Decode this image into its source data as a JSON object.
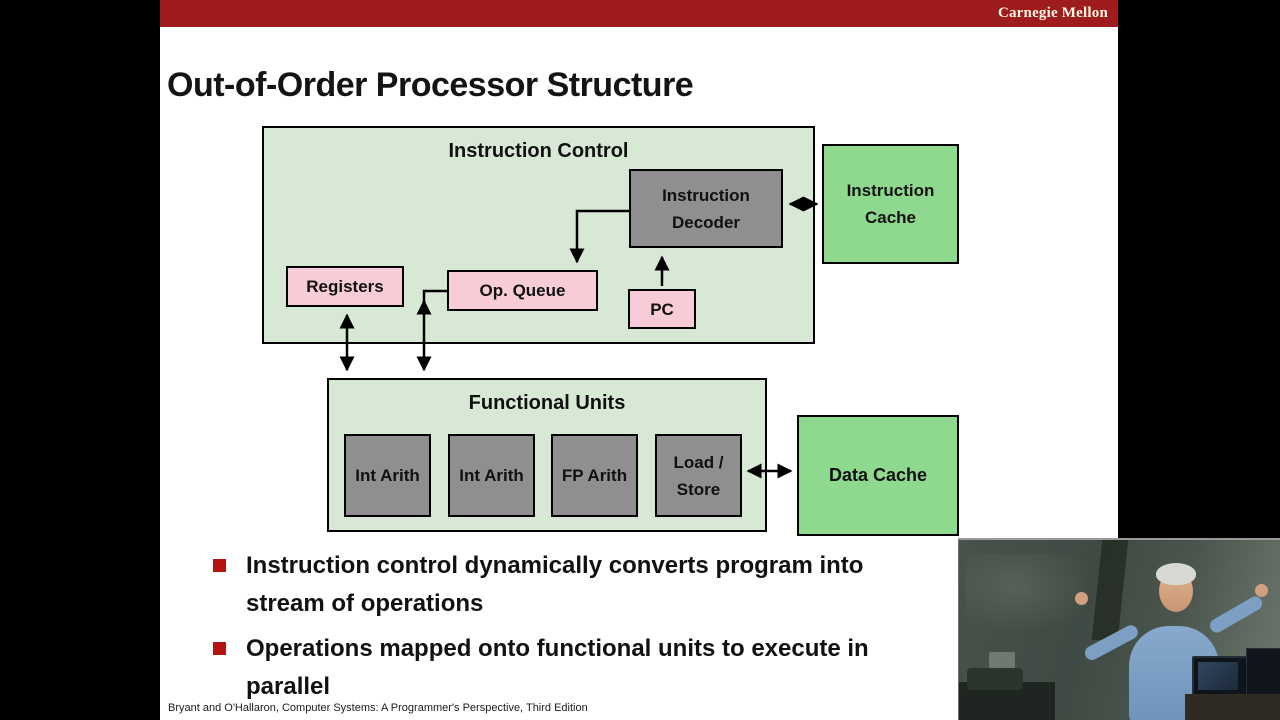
{
  "header": {
    "brand": "Carnegie Mellon"
  },
  "slide": {
    "title": "Out-of-Order Processor Structure",
    "footer": "Bryant and O'Hallaron, Computer Systems: A Programmer's Perspective, Third Edition"
  },
  "diagram": {
    "instruction_control": {
      "label": "Instruction Control"
    },
    "instruction_decoder": {
      "label": "Instruction Decoder"
    },
    "registers": {
      "label": "Registers"
    },
    "op_queue": {
      "label": "Op. Queue"
    },
    "pc": {
      "label": "PC"
    },
    "instruction_cache": {
      "label": "Instruction Cache"
    },
    "functional_units": {
      "label": "Functional Units"
    },
    "units": [
      {
        "label": "Int Arith"
      },
      {
        "label": "Int Arith"
      },
      {
        "label": "FP Arith"
      },
      {
        "label": "Load / Store"
      }
    ],
    "data_cache": {
      "label": "Data Cache"
    }
  },
  "bullets": [
    {
      "lines": [
        "Instruction control dynamically converts program into",
        "stream of operations"
      ]
    },
    {
      "lines": [
        "Operations mapped onto functional units to execute in",
        "parallel"
      ]
    }
  ],
  "theme": {
    "bar-red": "#9e1b1e",
    "container-green": "#d7e9d5",
    "cache-green": "#8fd98f",
    "unit-gray": "#8f8f8f",
    "queue-pink": "#f7ccd6",
    "bullet-red": "#b21511",
    "cream": "#fdf6e3"
  }
}
